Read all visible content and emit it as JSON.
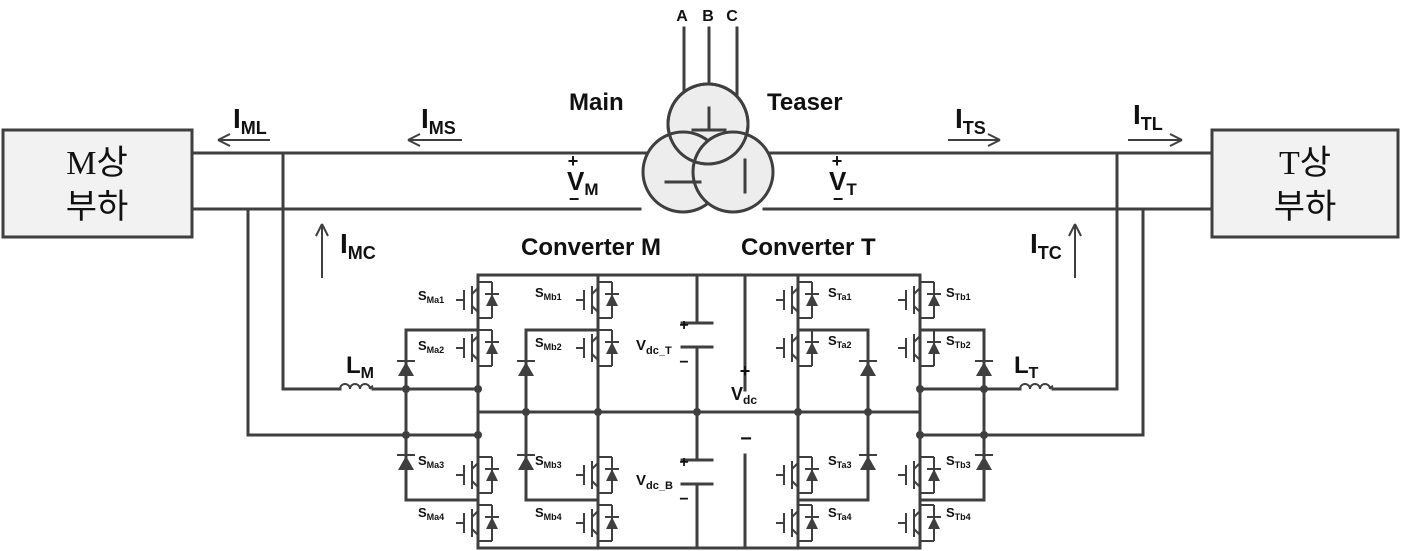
{
  "phases": [
    "A",
    "B",
    "C"
  ],
  "transformer": {
    "main": "Main",
    "teaser": "Teaser"
  },
  "loads": {
    "m": {
      "line1": "M상",
      "line2": "부하"
    },
    "t": {
      "line1": "T상",
      "line2": "부하"
    }
  },
  "currents": {
    "iml": {
      "main": "I",
      "sub": "ML"
    },
    "ims": {
      "main": "I",
      "sub": "MS"
    },
    "imc": {
      "main": "I",
      "sub": "MC"
    },
    "its": {
      "main": "I",
      "sub": "TS"
    },
    "itl": {
      "main": "I",
      "sub": "TL"
    },
    "itc": {
      "main": "I",
      "sub": "TC"
    }
  },
  "voltages": {
    "vm": {
      "main": "V",
      "sub": "M"
    },
    "vt": {
      "main": "V",
      "sub": "T"
    },
    "vdc": {
      "main": "V",
      "sub": "dc"
    },
    "vdc_t": {
      "main": "V",
      "sub": "dc_T"
    },
    "vdc_b": {
      "main": "V",
      "sub": "dc_B"
    }
  },
  "converters": {
    "m": "Converter M",
    "t": "Converter T"
  },
  "inductors": {
    "lm": {
      "main": "L",
      "sub": "M"
    },
    "lt": {
      "main": "L",
      "sub": "T"
    }
  },
  "switches": {
    "sma1": {
      "main": "S",
      "sub": "Ma1"
    },
    "sma2": {
      "main": "S",
      "sub": "Ma2"
    },
    "sma3": {
      "main": "S",
      "sub": "Ma3"
    },
    "sma4": {
      "main": "S",
      "sub": "Ma4"
    },
    "smb1": {
      "main": "S",
      "sub": "Mb1"
    },
    "smb2": {
      "main": "S",
      "sub": "Mb2"
    },
    "smb3": {
      "main": "S",
      "sub": "Mb3"
    },
    "smb4": {
      "main": "S",
      "sub": "Mb4"
    },
    "sta1": {
      "main": "S",
      "sub": "Ta1"
    },
    "sta2": {
      "main": "S",
      "sub": "Ta2"
    },
    "sta3": {
      "main": "S",
      "sub": "Ta3"
    },
    "sta4": {
      "main": "S",
      "sub": "Ta4"
    },
    "stb1": {
      "main": "S",
      "sub": "Tb1"
    },
    "stb2": {
      "main": "S",
      "sub": "Tb2"
    },
    "stb3": {
      "main": "S",
      "sub": "Tb3"
    },
    "stb4": {
      "main": "S",
      "sub": "Tb4"
    }
  },
  "polarity": {
    "plus": "+",
    "minus": "−"
  }
}
